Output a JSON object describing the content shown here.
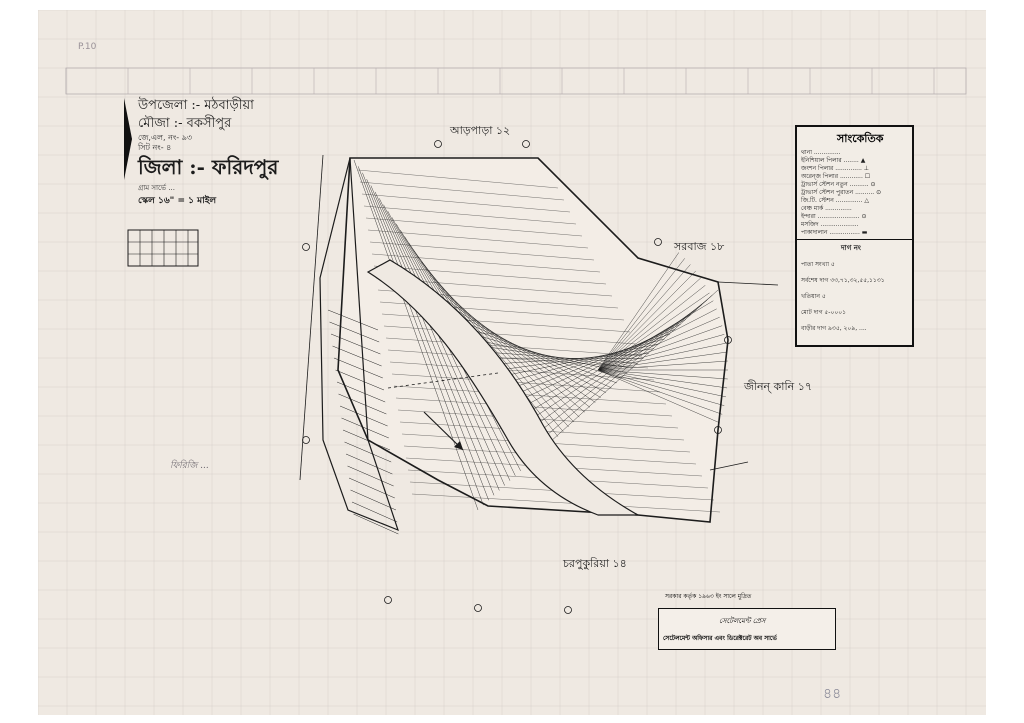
{
  "header": {
    "upazila": "উপজেলা :- মঠবাড়ীয়া",
    "mouza": "মৌজা :- বকসীপুর",
    "jl_no": "জে,এল, নং- ৯৩",
    "sheet_no": "সিট নং- ৪",
    "district": "জিলা :- ফরিদপুর",
    "scale_note": "গ্রাম সার্ভে ...",
    "scale": "স্কেল ১৬\" = ১ মাইল",
    "page_no": "P.10"
  },
  "neighbours": {
    "north": "আড়পাড়া ১২",
    "east": "সরবাজ ১৮",
    "south_east": "জীনন্ কানি ১৭",
    "south": "চরপুকুরিয়া ১৪"
  },
  "legend": {
    "title": "সাংকেতিক",
    "items": [
      "থানা ..............",
      "ইনিশিয়াল পিলার ........ ▲",
      "জংশন পিলার .............. ⊥",
      "অরেন্‌জ পিলার ............ ☐",
      "ট্রাভার্স স্টেশন নতুন .......... ⊙",
      "ট্রাভার্স স্টেশন পুরাতন .......... ⊙",
      "জি.টি. স্টেশন .............. △",
      "বেঞ্চ মার্ক ..............",
      "ইন্দারা ...................... ⊙",
      "মসজিদ ....................",
      "পাকাদালান ................ ▬"
    ],
    "sub_title": "দাগ নং",
    "notes": [
      "পাতা সংখ্যা ৫",
      "সর্বশেষ দাগ ৩৩,৭১,৩২,৫৫,১১৩১",
      "খতিয়ান ৫",
      "মোট দাগ ৫-০০০১",
      "বাড়ীর দাগ ৯৩৫, ২০৯, ...."
    ]
  },
  "stamp": {
    "line1": "সরকার কর্তৃক ১৯৬৩ ইং সালে মুদ্রিত",
    "line2": "সেটেলমেন্ট প্রেস",
    "line3": "সেটেলমেন্ট অফিসার এবং ডিরেক্টরেট অব সার্ভে"
  },
  "notes": {
    "bottom_right": "৪৪",
    "pencil_a": "ফিরিজি ..."
  },
  "colors": {
    "paper": "#efe9e2",
    "ink": "#1c1c1c",
    "grid": "#c9c1bd",
    "pencil": "#6f6a70",
    "blue_ink": "#3b4fa8"
  }
}
